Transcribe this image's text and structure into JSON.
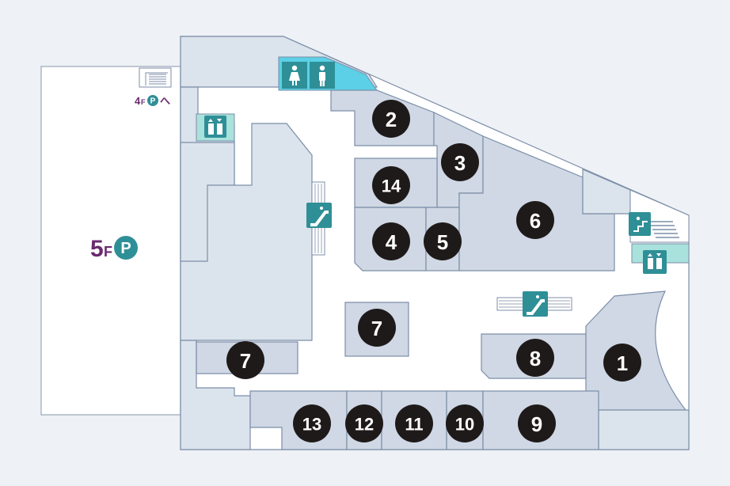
{
  "parking": {
    "floor_num": "5",
    "floor_unit": "F",
    "symbol": "P",
    "link_floor_num": "4",
    "link_floor_unit": "F",
    "link_arrow": "へ"
  },
  "shops": [
    {
      "id": "1",
      "label": "1"
    },
    {
      "id": "2",
      "label": "2"
    },
    {
      "id": "3",
      "label": "3"
    },
    {
      "id": "4",
      "label": "4"
    },
    {
      "id": "5",
      "label": "5"
    },
    {
      "id": "6",
      "label": "6"
    },
    {
      "id": "7a",
      "label": "7"
    },
    {
      "id": "7b",
      "label": "7"
    },
    {
      "id": "8",
      "label": "8"
    },
    {
      "id": "9",
      "label": "9"
    },
    {
      "id": "10",
      "label": "10"
    },
    {
      "id": "11",
      "label": "11"
    },
    {
      "id": "12",
      "label": "12"
    },
    {
      "id": "13",
      "label": "13"
    },
    {
      "id": "14",
      "label": "14"
    }
  ],
  "icons": {
    "restroom_women": "restroom-women-icon",
    "restroom_men": "restroom-men-icon",
    "elevator": "elevator-icon",
    "escalator": "escalator-icon",
    "stairs": "stairs-icon"
  },
  "colors": {
    "shop_fill": "#cfd8e4",
    "badge": "#1f1a1a",
    "facility": "#2f8f97",
    "parking": "#6a2a6f"
  }
}
